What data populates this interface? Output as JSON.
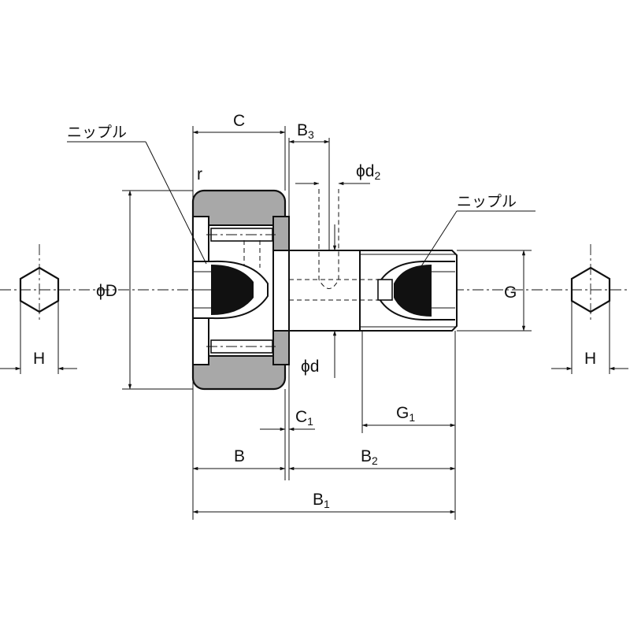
{
  "labels": {
    "nipple_left": "ニップル",
    "nipple_right": "ニップル",
    "C": "C",
    "B3": "B",
    "B3_sub": "3",
    "r": "r",
    "d2": "ϕd",
    "d2_sub": "2",
    "D": "ϕD",
    "G": "G",
    "H_left": "H",
    "H_right": "H",
    "d": "ϕd",
    "C1": "C",
    "C1_sub": "1",
    "G1": "G",
    "G1_sub": "1",
    "B": "B",
    "B2": "B",
    "B2_sub": "2",
    "B1": "B",
    "B1_sub": "1"
  },
  "colors": {
    "line": "#111111",
    "fill_gray": "#a8a8a8",
    "fill_black": "#111111"
  }
}
